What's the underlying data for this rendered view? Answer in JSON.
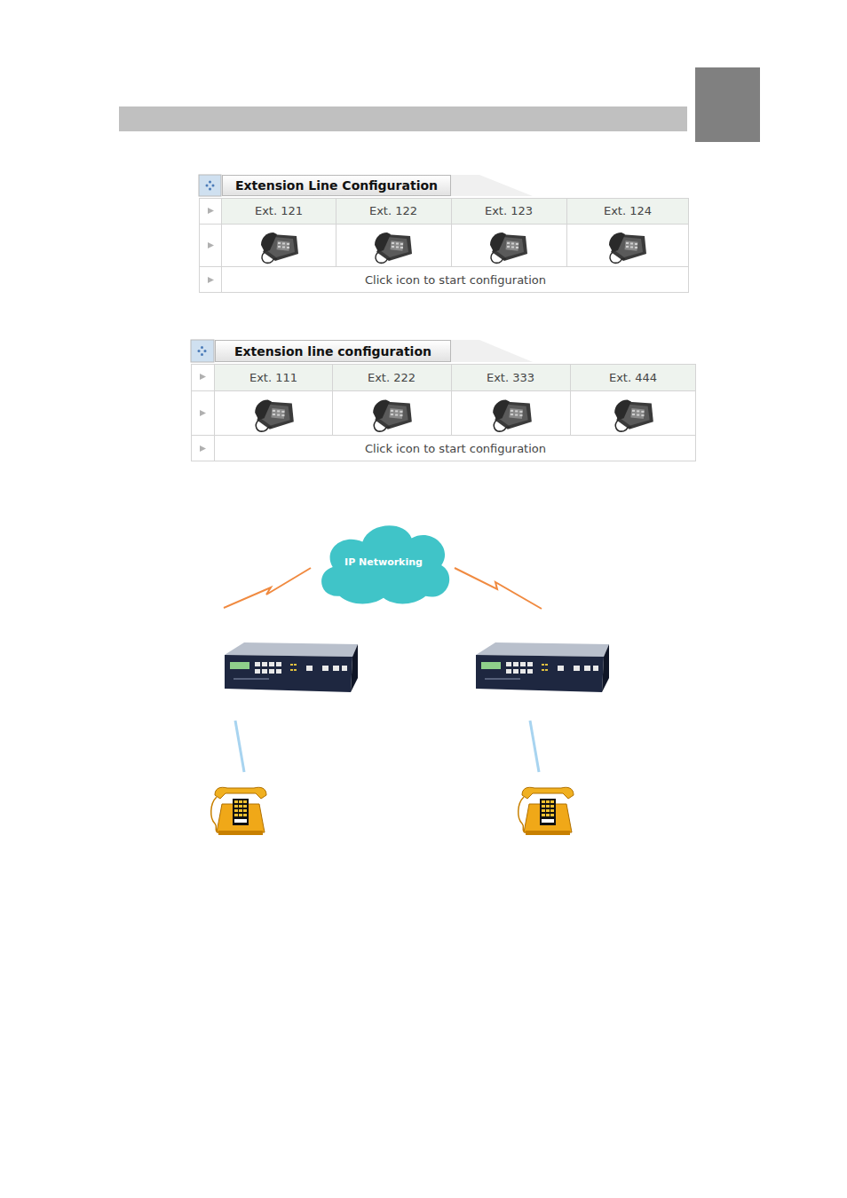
{
  "diagram": {
    "nodes": [
      {
        "text": [
          "Extension Line Configuration"
        ]
      },
      {
        "text": [
          "Extension line configuration"
        ]
      },
      {
        "text": [
          "IP Networking"
        ]
      }
    ],
    "labels": [
      "Ext. 121",
      "Ext. 122",
      "Ext. 123",
      "Ext. 124",
      "Click icon to start configuration",
      "Ext. 111",
      "Ext. 222",
      "Ext. 333",
      "Ext. 444",
      "Click icon to start configuration"
    ]
  }
}
